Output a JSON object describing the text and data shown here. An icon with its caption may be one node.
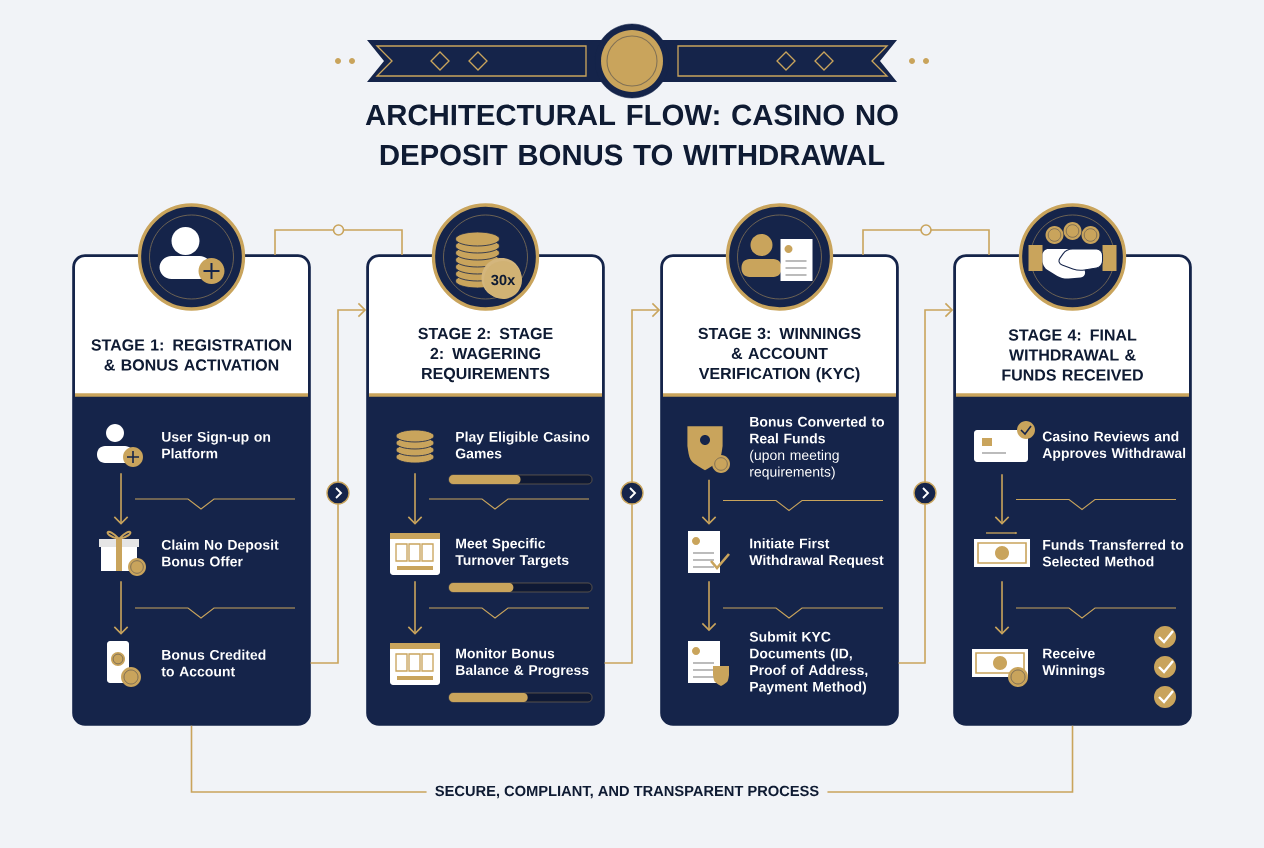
{
  "diagram": {
    "title": "ARCHITECTURAL FLOW: CASINO NO DEPOSIT BONUS TO WITHDRAWAL",
    "nodes": [
      {
        "text": [
          "STAGE 1: REGISTRATION & BONUS ACTIVATION"
        ]
      },
      {
        "text": [
          "User Sign-up on Platform"
        ],
        "in": 0
      },
      {
        "text": [
          "Claim No Deposit Bonus Offer"
        ],
        "in": 0
      },
      {
        "text": [
          "Bonus Credited to Account"
        ],
        "in": 0
      },
      {
        "text": [
          "STAGE 2: STAGE 2: WAGERING REQUIREMENTS"
        ]
      },
      {
        "text": [
          "Play Eligible Casino Games"
        ],
        "in": 4
      },
      {
        "text": [
          "Meet Specific Turnover Targets"
        ],
        "in": 4
      },
      {
        "text": [
          "Monitor Bonus Balance & Progress"
        ],
        "in": 4
      },
      {
        "text": [
          "STAGE 3: WINNINGS & ACCOUNT VERIFICATION (KYC)"
        ]
      },
      {
        "text": [
          "Bonus Converted to Real Funds",
          "(upon meeting requirements)"
        ],
        "in": 8
      },
      {
        "text": [
          "Initiate First Withdrawal Request"
        ],
        "in": 8
      },
      {
        "text": [
          "Submit KYC Documents (ID, Proof of Address, Payment Method)"
        ],
        "in": 8
      },
      {
        "text": [
          "STAGE 4: FINAL WITHDRAWAL & FUNDS RECEIVED"
        ]
      },
      {
        "text": [
          "Casino Reviews and Approves Withdrawal"
        ],
        "in": 12
      },
      {
        "text": [
          "Funds Transferred to Selected Method"
        ],
        "in": 12
      },
      {
        "text": [
          "Receive Winnings"
        ],
        "in": 12
      },
      {
        "text": [
          "SECURE, COMPLIANT, AND TRANSPARENT PROCESS"
        ]
      }
    ],
    "edges": [
      {
        "from": 1,
        "to": 2,
        "arrow": "to"
      },
      {
        "from": 2,
        "to": 3,
        "arrow": "to"
      },
      {
        "from": 5,
        "to": 6,
        "arrow": "to"
      },
      {
        "from": 6,
        "to": 7,
        "arrow": "to"
      },
      {
        "from": 9,
        "to": 10,
        "arrow": "to"
      },
      {
        "from": 10,
        "to": 11,
        "arrow": "to"
      },
      {
        "from": 13,
        "to": 14,
        "arrow": "to"
      },
      {
        "from": 14,
        "to": 15,
        "arrow": "to"
      },
      {
        "from": 3,
        "to": 4,
        "arrow": "to"
      },
      {
        "from": 7,
        "to": 8,
        "arrow": "to"
      },
      {
        "from": 11,
        "to": 12,
        "arrow": "to"
      },
      {
        "from": 0,
        "to": 4,
        "arrow": "none"
      },
      {
        "from": 8,
        "to": 12,
        "arrow": "none"
      },
      {
        "from": 0,
        "to": 16,
        "arrow": "none"
      },
      {
        "from": 16,
        "to": 12,
        "arrow": "none"
      }
    ],
    "labels": [
      "30x"
    ]
  }
}
